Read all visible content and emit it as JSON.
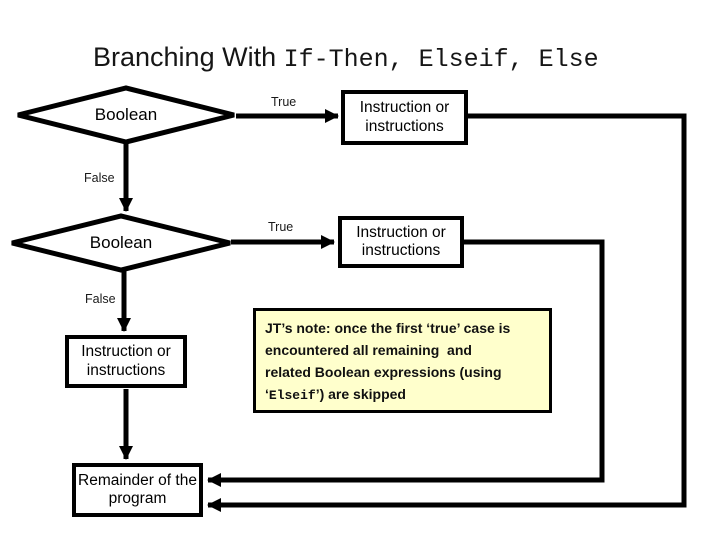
{
  "slide": {
    "title": {
      "main": "Branching With ",
      "code": "If-Then, Elseif, Else"
    },
    "flowchart": {
      "decision1": {
        "label": "Boolean",
        "true_label": "True",
        "false_label": "False"
      },
      "decision2": {
        "label": "Boolean",
        "true_label": "True",
        "false_label": "False"
      },
      "action1": {
        "label": "Instruction or instructions"
      },
      "action2": {
        "label": "Instruction or instructions"
      },
      "action3": {
        "label": "Instruction or instructions"
      },
      "terminal": {
        "label": "Remainder of the program"
      }
    },
    "note": {
      "line1": "JT’s note: once the first ‘true’ case is",
      "line2": "encountered all remaining  and",
      "line3": "related Boolean expressions (using",
      "line4_pre": "‘",
      "line4_code": "Elseif",
      "line4_post": "’) are skipped",
      "bg_color": "#FFFFCC"
    },
    "colors": {
      "background": "#FFFFFF",
      "stroke": "#000000",
      "note_bg": "#FFFFCC"
    }
  }
}
